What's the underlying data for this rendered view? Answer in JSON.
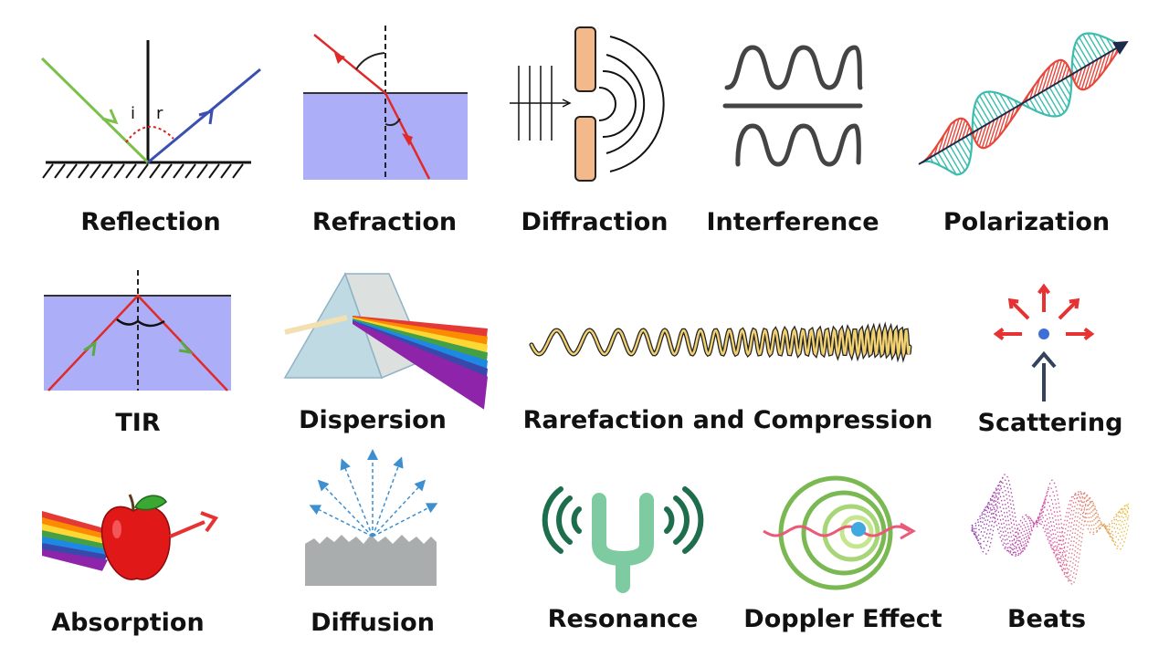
{
  "labels": {
    "reflection": "Reflection",
    "refraction": "Refraction",
    "diffraction": "Diffraction",
    "interference": "Interference",
    "polarization": "Polarization",
    "tir": "TIR",
    "dispersion": "Dispersion",
    "rarefaction_compression": "Rarefaction and Compression",
    "scattering": "Scattering",
    "absorption": "Absorption",
    "diffusion": "Diffusion",
    "resonance": "Resonance",
    "doppler": "Doppler Effect",
    "beats": "Beats"
  },
  "reflection_angles": {
    "incident": "i",
    "reflected": "r"
  },
  "colors": {
    "medium": "#adaef8",
    "incident_green": "#7cc04a",
    "reflected_blue": "#3a4fb0",
    "ray_red": "#e02a2a",
    "slit_orange": "#f4b98a",
    "helix_red": "#e8463a",
    "helix_teal": "#3cbcae",
    "arrow_red": "#e63232",
    "dot_blue": "#3d6fd6",
    "fork_green": "#7ecba1",
    "doppler_green": "#7ab851",
    "spring_gold": "#f0d070",
    "surface_gray": "#a9adae",
    "wave_gray": "#4a4a4a"
  },
  "rainbow": [
    "#e53935",
    "#fb8c00",
    "#fdd835",
    "#43a047",
    "#1e88e5",
    "#3949ab",
    "#8e24aa"
  ]
}
